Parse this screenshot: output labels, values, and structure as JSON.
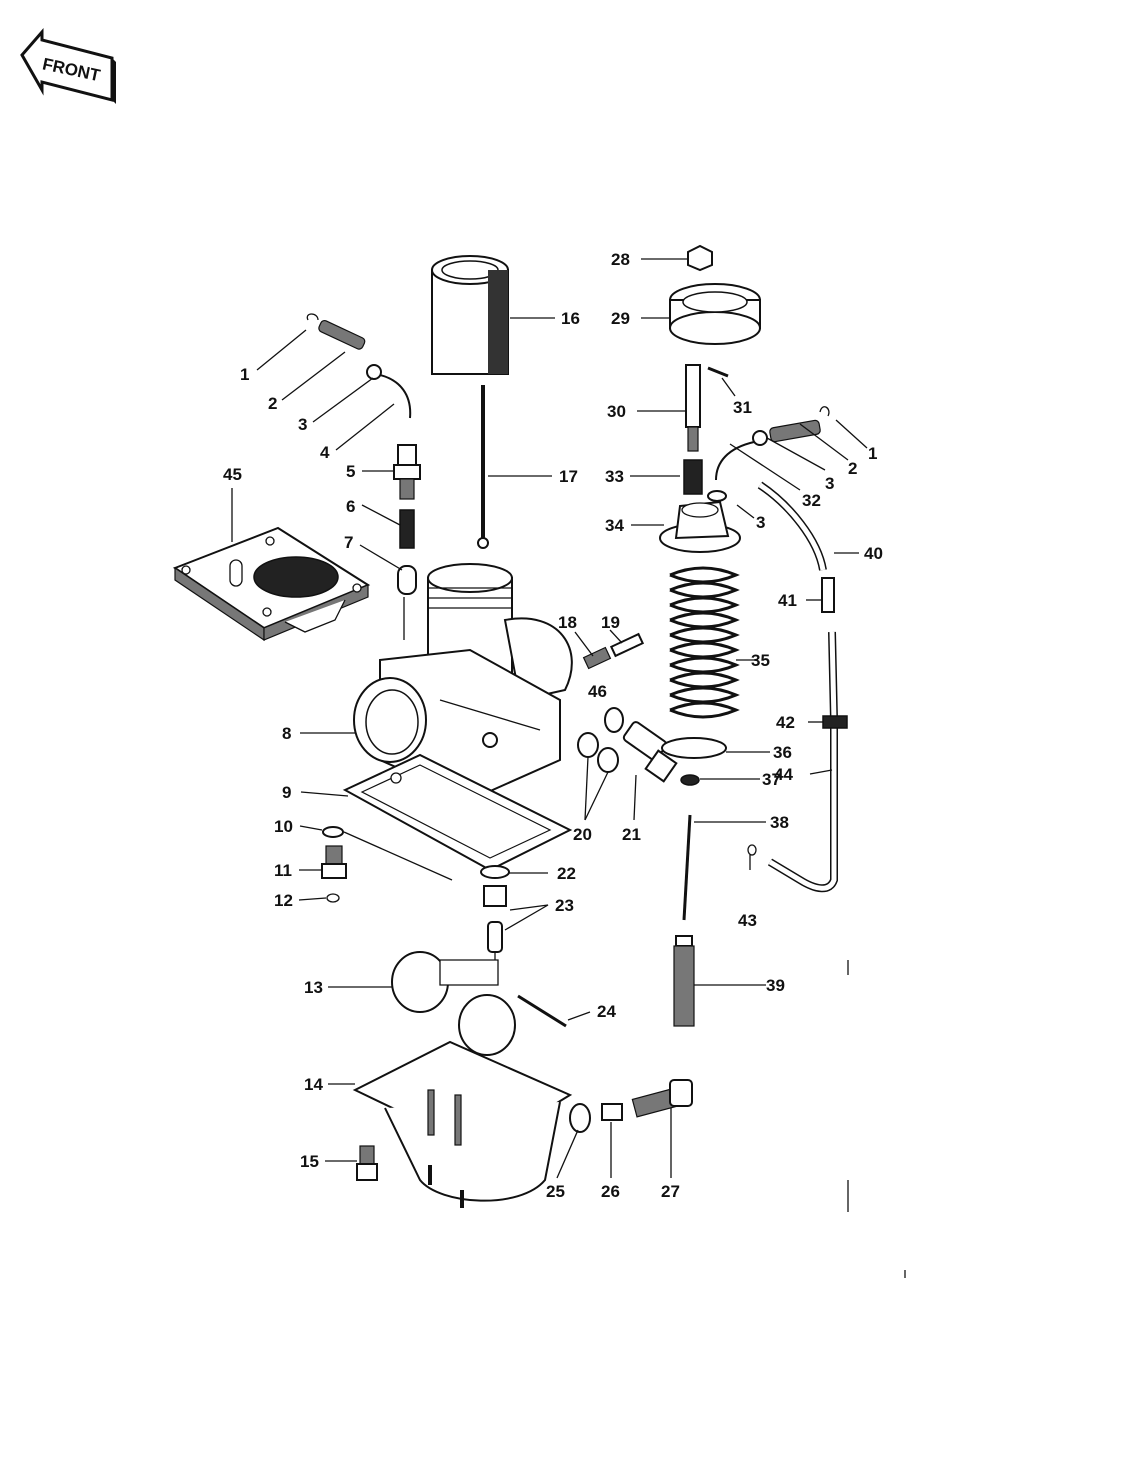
{
  "front_badge": {
    "text": "FRONT"
  },
  "callouts": {
    "c1": "1",
    "c2": "2",
    "c3": "3",
    "c4": "4",
    "c5": "5",
    "c6": "6",
    "c7": "7",
    "c8": "8",
    "c9": "9",
    "c10": "10",
    "c11": "11",
    "c12": "12",
    "c13": "13",
    "c14": "14",
    "c15": "15",
    "c16": "16",
    "c17": "17",
    "c18": "18",
    "c19": "19",
    "c20": "20",
    "c21": "21",
    "c22": "22",
    "c23": "23",
    "c24": "24",
    "c25": "25",
    "c26": "26",
    "c27": "27",
    "c28": "28",
    "c29": "29",
    "c30": "30",
    "c31": "31",
    "c32": "32",
    "c33": "33",
    "c34": "34",
    "c35": "35",
    "c36": "36",
    "c37": "37",
    "c38": "38",
    "c39": "39",
    "c40": "40",
    "c41": "41",
    "c42": "42",
    "c43": "43",
    "c44": "44",
    "c45": "45",
    "c46": "46"
  }
}
